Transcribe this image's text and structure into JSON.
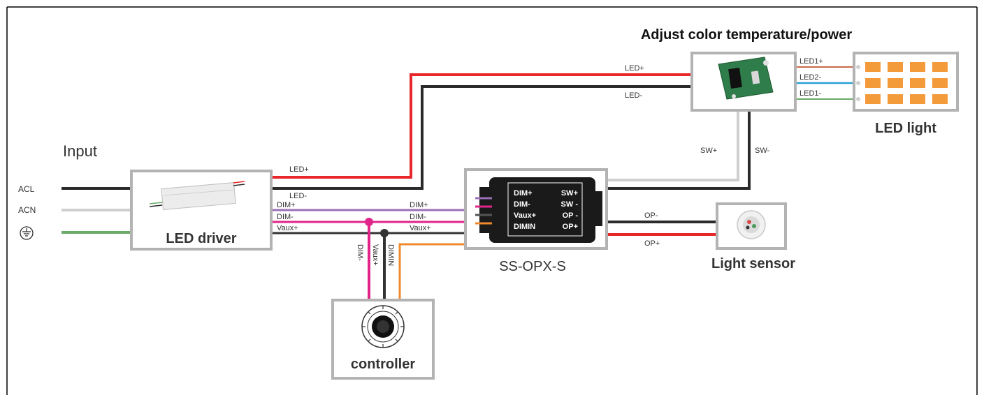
{
  "title": "Adjust color temperature/power",
  "input_label": "Input",
  "input_lines": {
    "acl": "ACL",
    "acn": "ACN"
  },
  "components": {
    "led_driver": "LED driver",
    "led_light": "LED light",
    "module": "SS-OPX-S",
    "light_sensor": "Light sensor",
    "controller": "controller"
  },
  "module_terminals": {
    "left": [
      "DIM+",
      "DIM-",
      "Vaux+",
      "DIMIN"
    ],
    "right": [
      "SW+",
      "SW -",
      "OP -",
      "OP+"
    ]
  },
  "wire_labels": {
    "driver_led_plus": "LED+",
    "driver_led_minus": "LED-",
    "driver_dim_plus": "DIM+",
    "driver_dim_minus": "DIM-",
    "driver_vaux_plus": "Vaux+",
    "module_dim_plus": "DIM+",
    "module_dim_minus": "DIM-",
    "module_vaux_plus": "Vaux+",
    "top_led_plus": "LED+",
    "top_led_minus": "LED-",
    "sw_plus": "SW+",
    "sw_minus": "SW-",
    "op_minus": "OP-",
    "op_plus": "OP+",
    "led1_plus": "LED1+",
    "led2_minus": "LED2-",
    "led1_minus": "LED1-",
    "ctrl_dim_minus": "DIM-",
    "ctrl_vaux_plus": "Vaux+",
    "ctrl_dimin": "DIMIN"
  },
  "colors": {
    "led_plus": "#e8272a",
    "led_minus": "#2b2b2b",
    "dim_plus": "#9a6fb8",
    "dim_minus": "#e0258a",
    "vaux_plus": "#333333",
    "dimin": "#f08a2c",
    "acn": "#cfcfcf",
    "ground": "#6aab6a",
    "led_cell": "#f39a3a",
    "led2_minus": "#2aa0d8",
    "led1_minus": "#6aab6a",
    "led1_plus": "#c96a4a",
    "sw_plus": "#cfcfcf",
    "box_border": "#b3b3b3"
  }
}
